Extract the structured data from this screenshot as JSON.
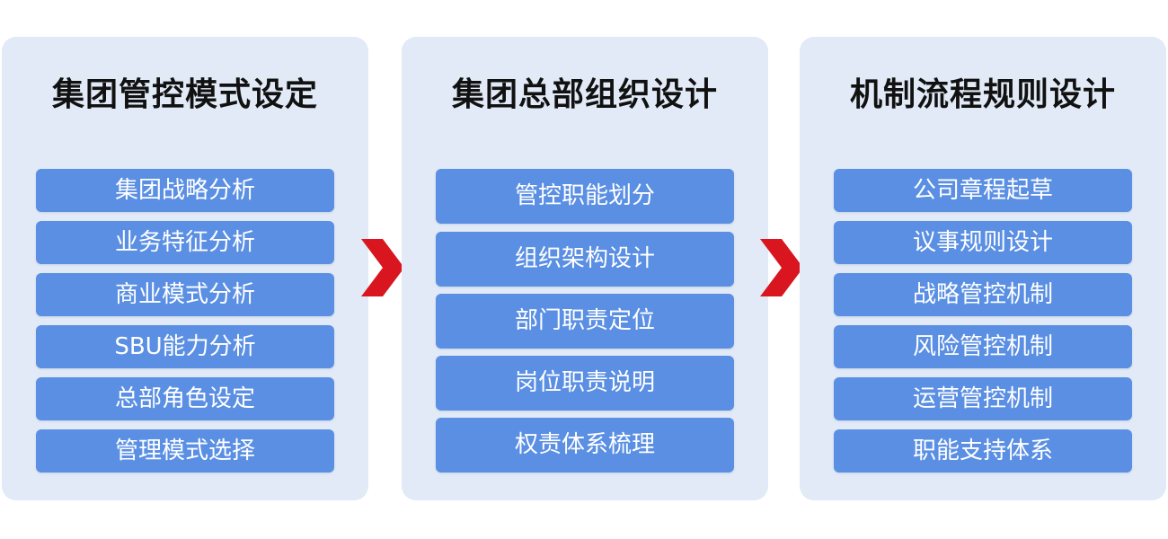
{
  "colors": {
    "panel_bg": "#e1eaf6",
    "item_bg": "#5a8fe3",
    "item_text": "#ffffff",
    "title_text": "#111111",
    "arrow": "#d9161f"
  },
  "panels": [
    {
      "title": "集团管控模式设定",
      "items": [
        {
          "label": "集团战略分析"
        },
        {
          "label": "业务特征分析"
        },
        {
          "label": "商业模式分析"
        },
        {
          "label": "SBU能力分析"
        },
        {
          "label": "总部角色设定"
        },
        {
          "label": "管理模式选择"
        }
      ]
    },
    {
      "title": "集团总部组织设计",
      "items": [
        {
          "label": "管控职能划分"
        },
        {
          "label": "组织架构设计"
        },
        {
          "label": "部门职责定位"
        },
        {
          "label": "岗位职责说明"
        },
        {
          "label": "权责体系梳理"
        }
      ]
    },
    {
      "title": "机制流程规则设计",
      "items": [
        {
          "label": "公司章程起草"
        },
        {
          "label": "议事规则设计"
        },
        {
          "label": "战略管控机制"
        },
        {
          "label": "风险管控机制"
        },
        {
          "label": "运营管控机制"
        },
        {
          "label": "职能支持体系"
        }
      ]
    }
  ],
  "arrows": [
    {
      "icon": "chevron-right-icon"
    },
    {
      "icon": "chevron-right-icon"
    }
  ]
}
